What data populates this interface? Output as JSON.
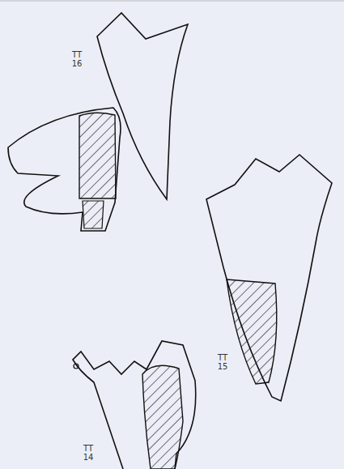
{
  "diagram": {
    "labels": [
      "TT 16",
      "TT 15",
      "TT 14"
    ]
  }
}
